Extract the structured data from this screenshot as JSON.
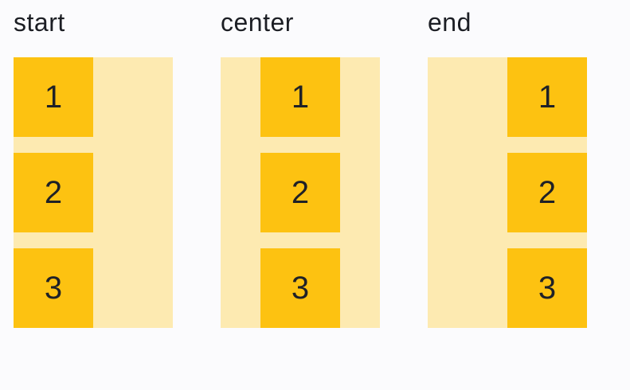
{
  "figure": {
    "description": "CSS alignment demo figure showing three containers with items aligned start, center and end",
    "colors": {
      "page_background": "#fbfbfd",
      "container_background": "#fdeab1",
      "item_background": "#fdc211",
      "text": "#1c1e24"
    },
    "examples": [
      {
        "label": "start",
        "alignment": "start",
        "items": [
          "1",
          "2",
          "3"
        ]
      },
      {
        "label": "center",
        "alignment": "center",
        "items": [
          "1",
          "2",
          "3"
        ]
      },
      {
        "label": "end",
        "alignment": "end",
        "items": [
          "1",
          "2",
          "3"
        ]
      }
    ]
  }
}
